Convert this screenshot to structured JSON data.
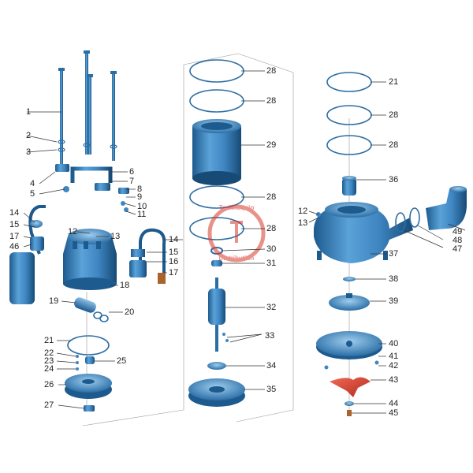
{
  "diagram": {
    "type": "exploded-parts-view",
    "watermark": "Technoquip Distribution",
    "colors": {
      "part_blue": "#3f86c2",
      "part_dark": "#1d5a8e",
      "part_light": "#8cc0e6",
      "impeller_red": "#d83a2c",
      "leader_line": "#333333",
      "label_text": "#222222"
    },
    "labels": {
      "l1": "1",
      "l2": "2",
      "l3": "3",
      "l4": "4",
      "l5": "5",
      "l6": "6",
      "l7": "7",
      "l8": "8",
      "l9": "9",
      "l10": "10",
      "l11": "11",
      "l12a": "12",
      "l13a": "13",
      "l14a": "14",
      "l14b": "14",
      "l15a": "15",
      "l15b": "15",
      "l16": "16",
      "l17a": "17",
      "l17b": "17",
      "l18": "18",
      "l19": "19",
      "l20": "20",
      "l21a": "21",
      "l22": "22",
      "l23": "23",
      "l24": "24",
      "l25": "25",
      "l26": "26",
      "l27": "27",
      "l46": "46",
      "m28a": "28",
      "m28b": "28",
      "m29": "29",
      "m28c": "28",
      "m28d": "28",
      "m30": "30",
      "m31": "31",
      "m32": "32",
      "m33": "33",
      "m34": "34",
      "m35": "35",
      "r21": "21",
      "r28a": "28",
      "r28b": "28",
      "r36": "36",
      "r12": "12",
      "r13": "13",
      "r49": "49",
      "r48": "48",
      "r47": "47",
      "r37": "37",
      "r38": "38",
      "r39": "39",
      "r40": "40",
      "r41": "41",
      "r42": "42",
      "r43": "43",
      "r44": "44",
      "r45": "45"
    }
  }
}
